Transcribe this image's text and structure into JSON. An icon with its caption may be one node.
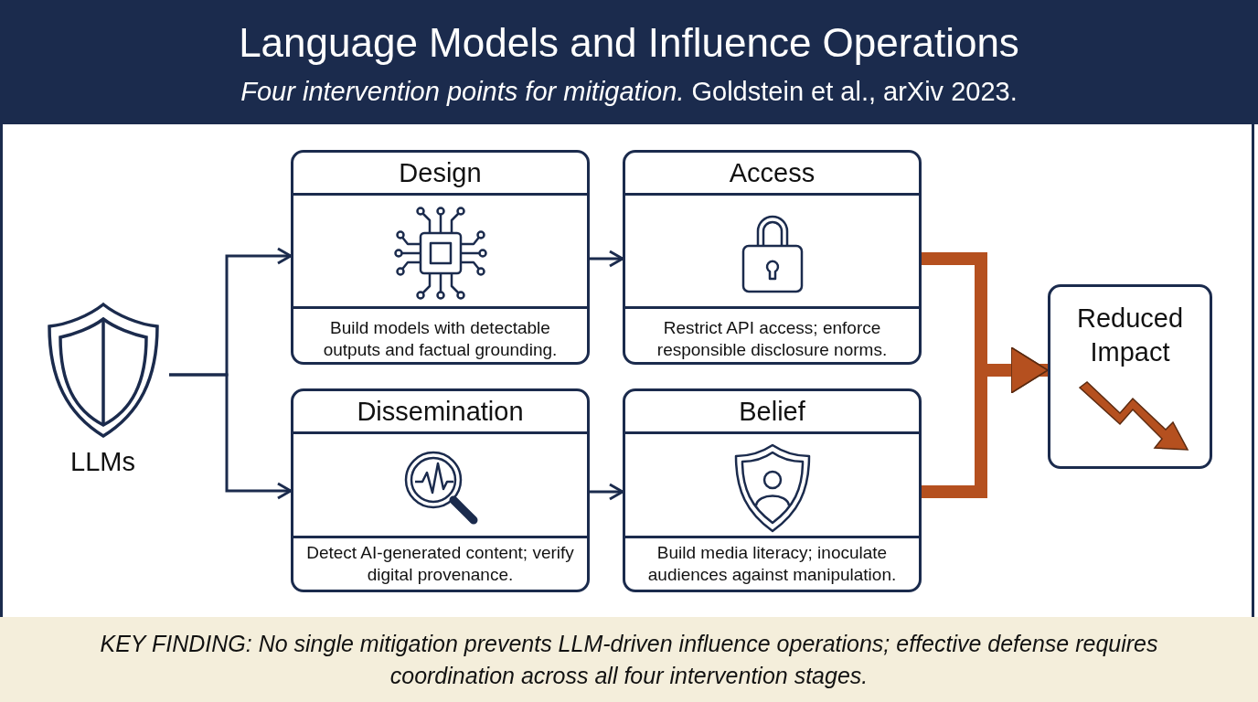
{
  "diagram": {
    "title": "Language Models and Influence Operations",
    "nodes": [
      {
        "text": [
          "LLMs"
        ]
      },
      {
        "text": [
          "Design",
          "Build models with detectable outputs and factual grounding."
        ]
      },
      {
        "text": [
          "Access",
          "Restrict API access; enforce responsible disclosure norms."
        ]
      },
      {
        "text": [
          "Dissemination",
          "Detect AI-generated content; verify digital provenance."
        ]
      },
      {
        "text": [
          "Belief",
          "Build media literacy; inoculate audiences against manipulation."
        ]
      },
      {
        "text": [
          "Reduced Impact"
        ]
      }
    ],
    "edges": [
      {
        "from": 0,
        "to": 1,
        "arrow": "to"
      },
      {
        "from": 0,
        "to": 3,
        "arrow": "to"
      },
      {
        "from": 1,
        "to": 2,
        "arrow": "to"
      },
      {
        "from": 3,
        "to": 4,
        "arrow": "to"
      },
      {
        "from": 2,
        "to": 5,
        "arrow": "to",
        "style": "thick",
        "color": "#b5501f"
      },
      {
        "from": 4,
        "to": 5,
        "arrow": "to",
        "style": "thick",
        "color": "#b5501f"
      }
    ],
    "labels": [
      "*Four intervention points for mitigation.* Goldstein et al., arXiv 2023.",
      "KEY FINDING: No single mitigation prevents LLM-driven influence operations; effective defense requires coordination across all four intervention stages."
    ]
  }
}
